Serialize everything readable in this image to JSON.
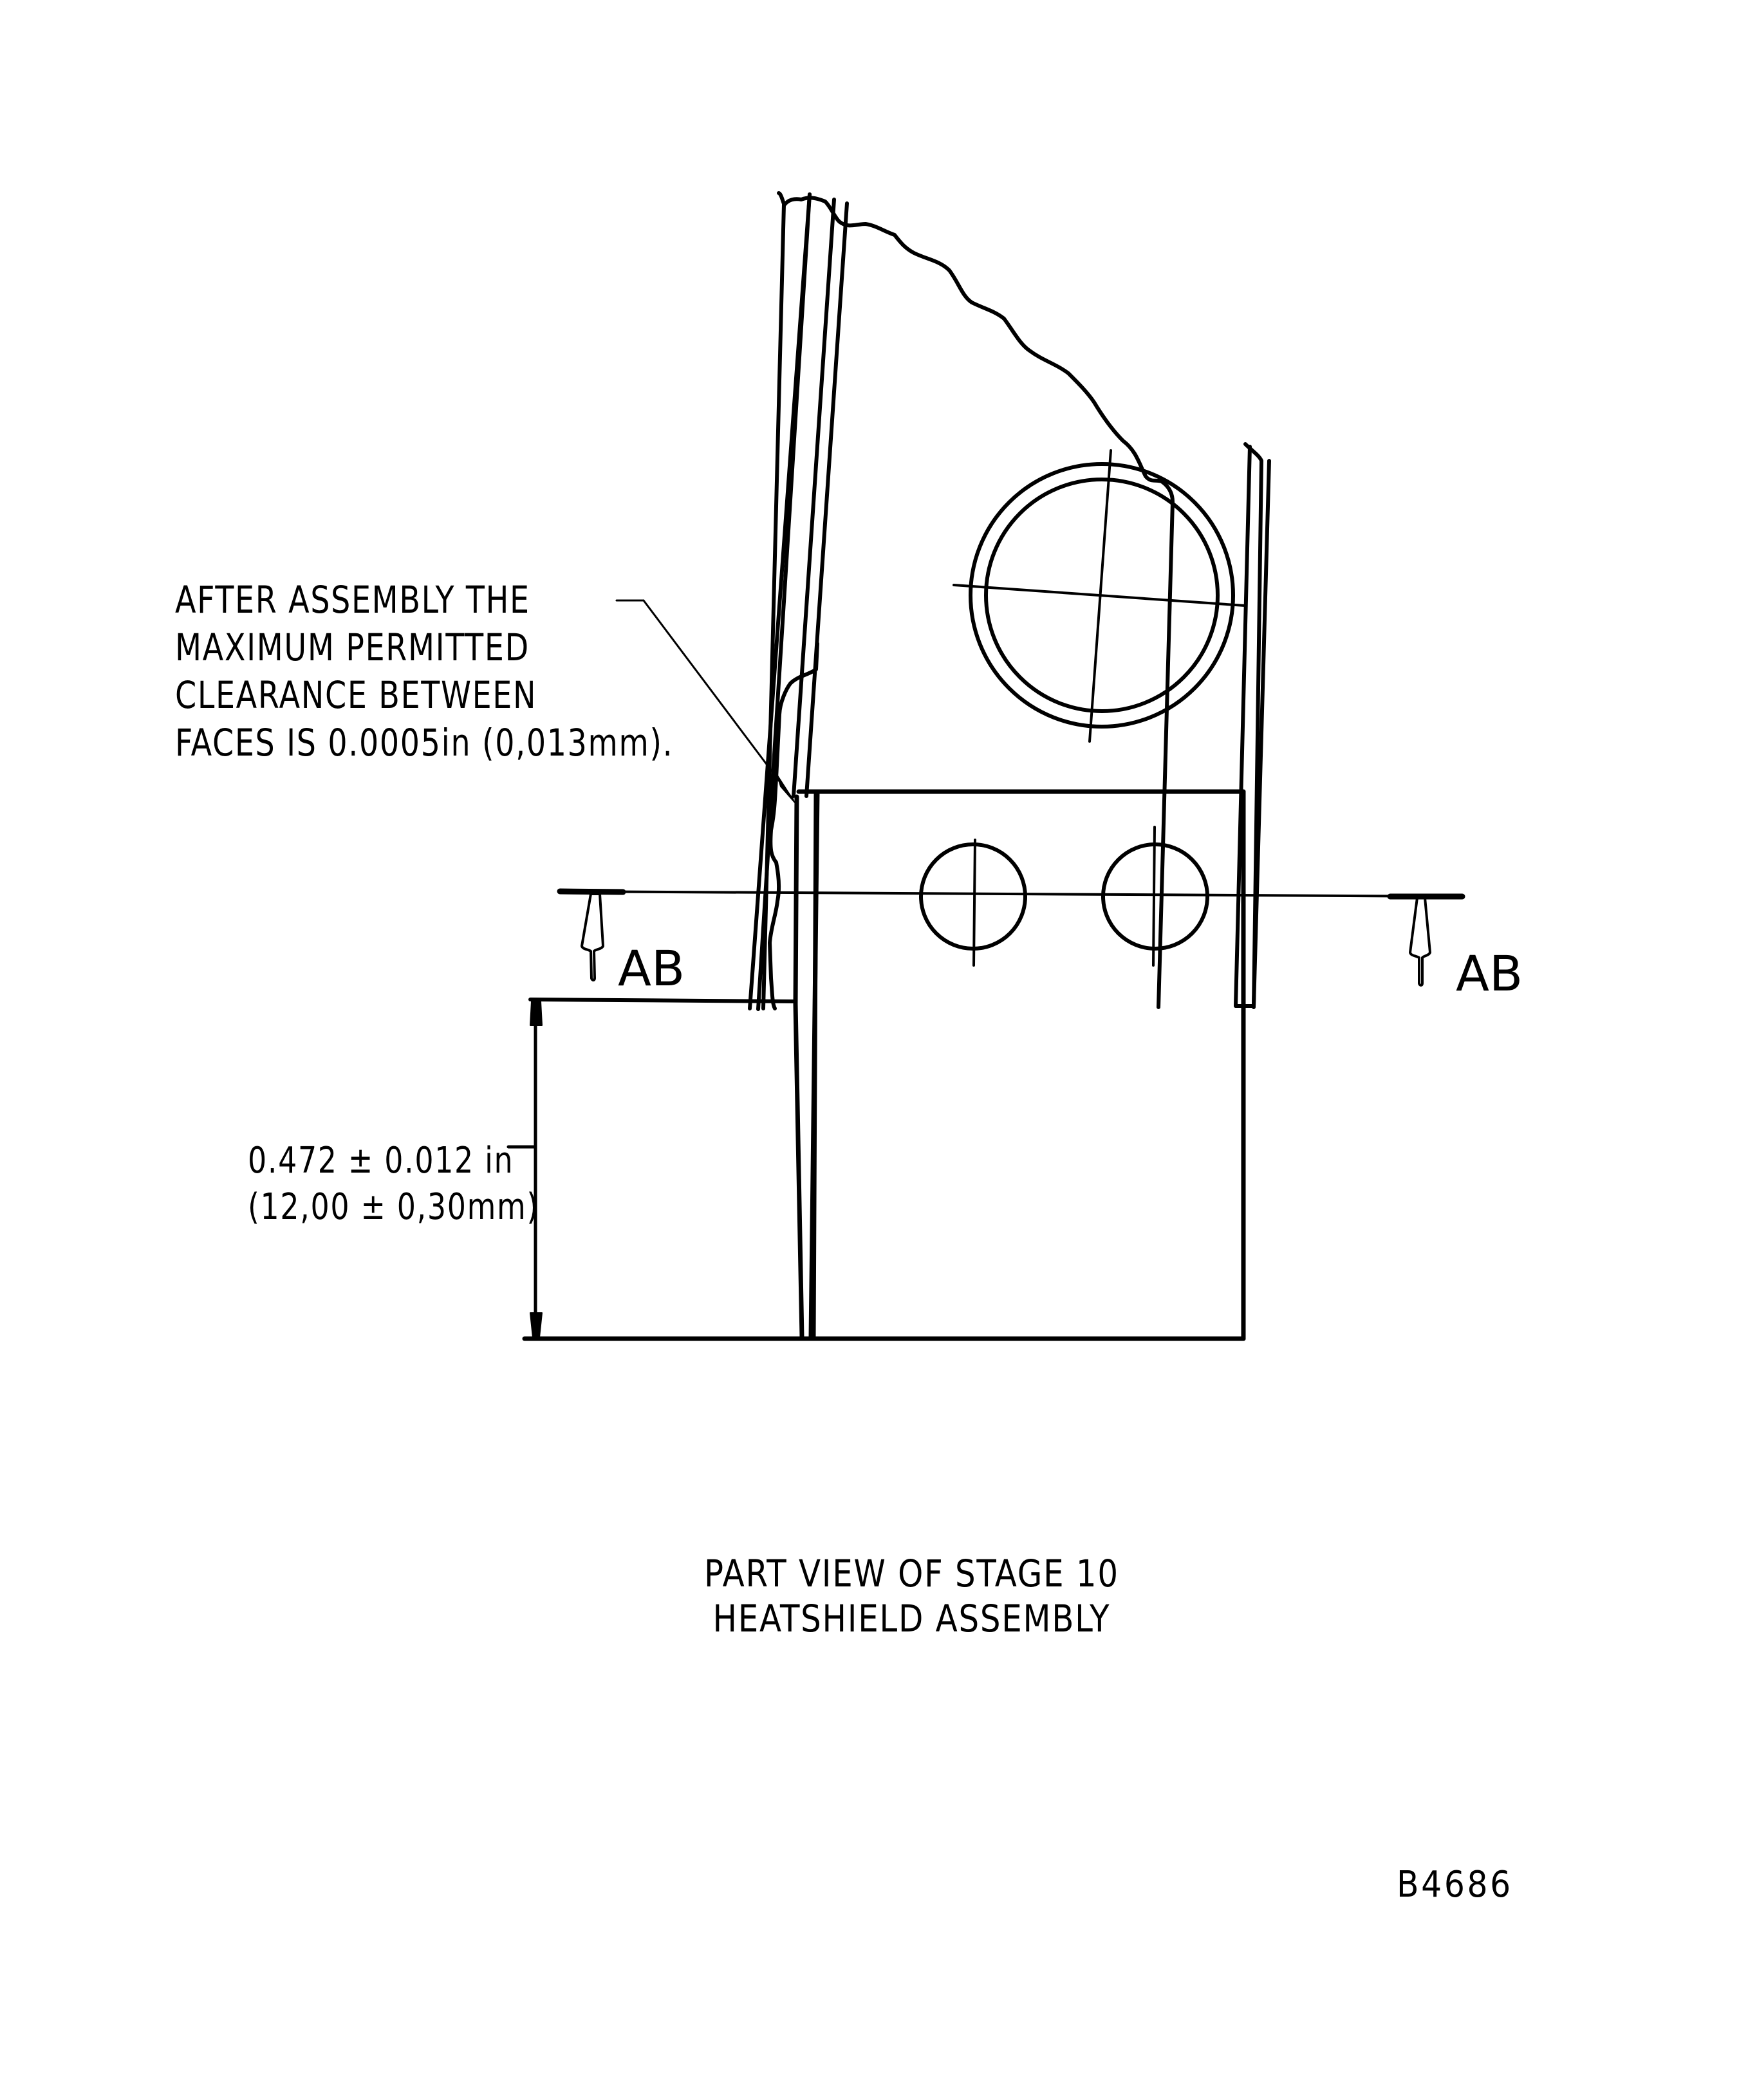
{
  "drawing": {
    "title": "Part view of Stage 10 heatshield assembly",
    "note": {
      "lines": [
        "AFTER ASSEMBLY THE",
        "MAXIMUM PERMITTED",
        "CLEARANCE BETWEEN",
        "FACES IS 0.0005in (0,013mm)."
      ]
    },
    "dimension": {
      "imperial": "0.472 ± 0.012 in",
      "metric": "(12,00 ± 0,30mm)"
    },
    "section_marks": {
      "left": "AB",
      "right": "AB"
    },
    "caption": {
      "line1": "PART VIEW OF STAGE 10",
      "line2": "HEATSHIELD ASSEMBLY"
    },
    "reference_number": "B4686",
    "line_color": "#000000",
    "background_color": "#ffffff"
  }
}
